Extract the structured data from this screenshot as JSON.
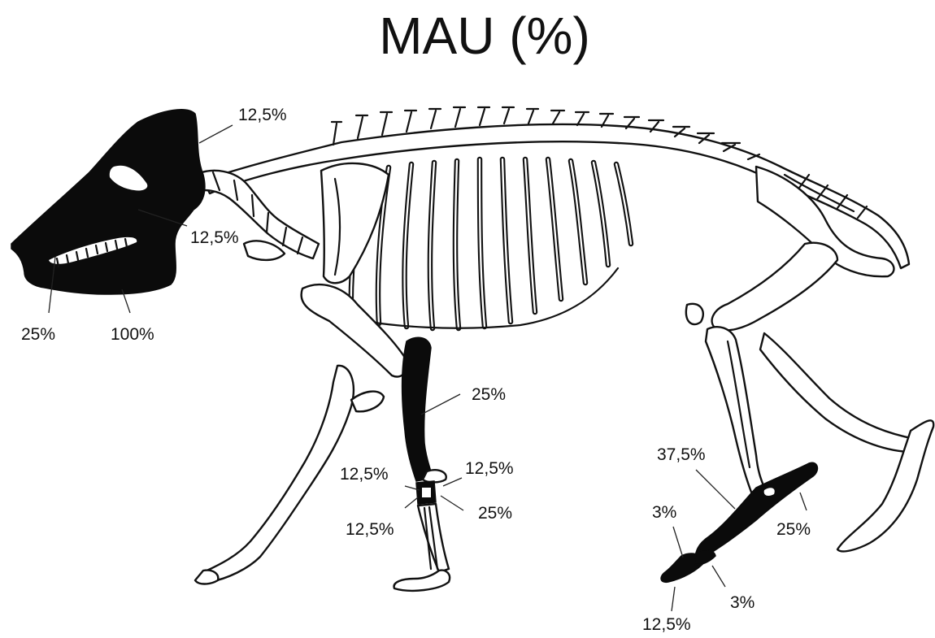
{
  "title": "MAU (%)",
  "highlight_color": "#0b0b0b",
  "labels": {
    "skull_top": "12,5%",
    "skull_mid": "12,5%",
    "incisors": "25%",
    "mandible": "100%",
    "radius_ulna": "25%",
    "carpal_left": "12,5%",
    "carpal_right": "12,5%",
    "metacarpal_left": "12,5%",
    "metacarpal_right": "25%",
    "metatarsal": "37,5%",
    "tarsal": "25%",
    "phalanx_1": "3%",
    "phalanx_2": "3%",
    "phalanx_3": "12,5%"
  }
}
